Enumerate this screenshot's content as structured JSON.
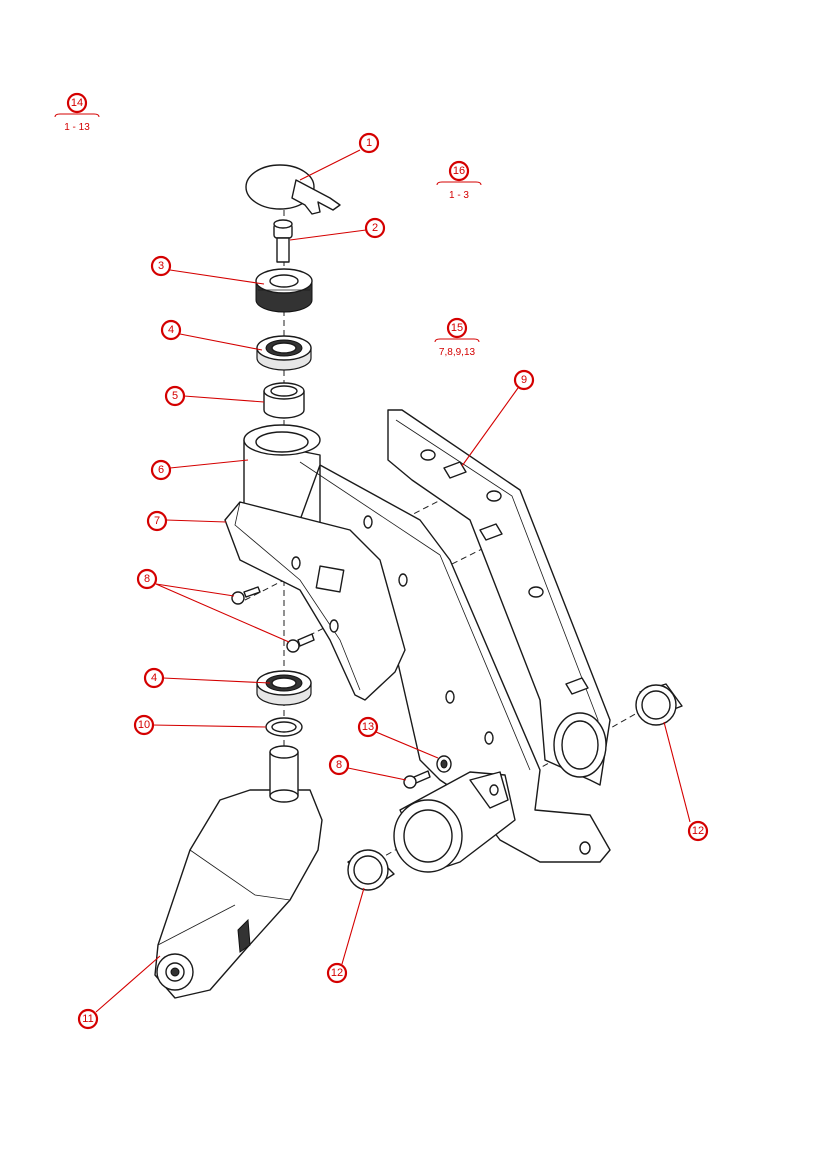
{
  "callouts": [
    {
      "id": "c1",
      "label": "1"
    },
    {
      "id": "c2",
      "label": "2"
    },
    {
      "id": "c3",
      "label": "3"
    },
    {
      "id": "c4a",
      "label": "4"
    },
    {
      "id": "c5",
      "label": "5"
    },
    {
      "id": "c6",
      "label": "6"
    },
    {
      "id": "c7",
      "label": "7"
    },
    {
      "id": "c8a",
      "label": "8"
    },
    {
      "id": "c9",
      "label": "9"
    },
    {
      "id": "c4b",
      "label": "4"
    },
    {
      "id": "c10",
      "label": "10"
    },
    {
      "id": "c13",
      "label": "13"
    },
    {
      "id": "c8b",
      "label": "8"
    },
    {
      "id": "c12a",
      "label": "12"
    },
    {
      "id": "c12b",
      "label": "12"
    },
    {
      "id": "c11",
      "label": "11"
    }
  ],
  "groups": [
    {
      "id": "g14",
      "label": "14",
      "range": "1 - 13"
    },
    {
      "id": "g16",
      "label": "16",
      "range": "1 - 3"
    },
    {
      "id": "g15",
      "label": "15",
      "range": "7,8,9,13"
    }
  ],
  "colors": {
    "callout": "#d40000",
    "line": "#1a1a1a"
  }
}
